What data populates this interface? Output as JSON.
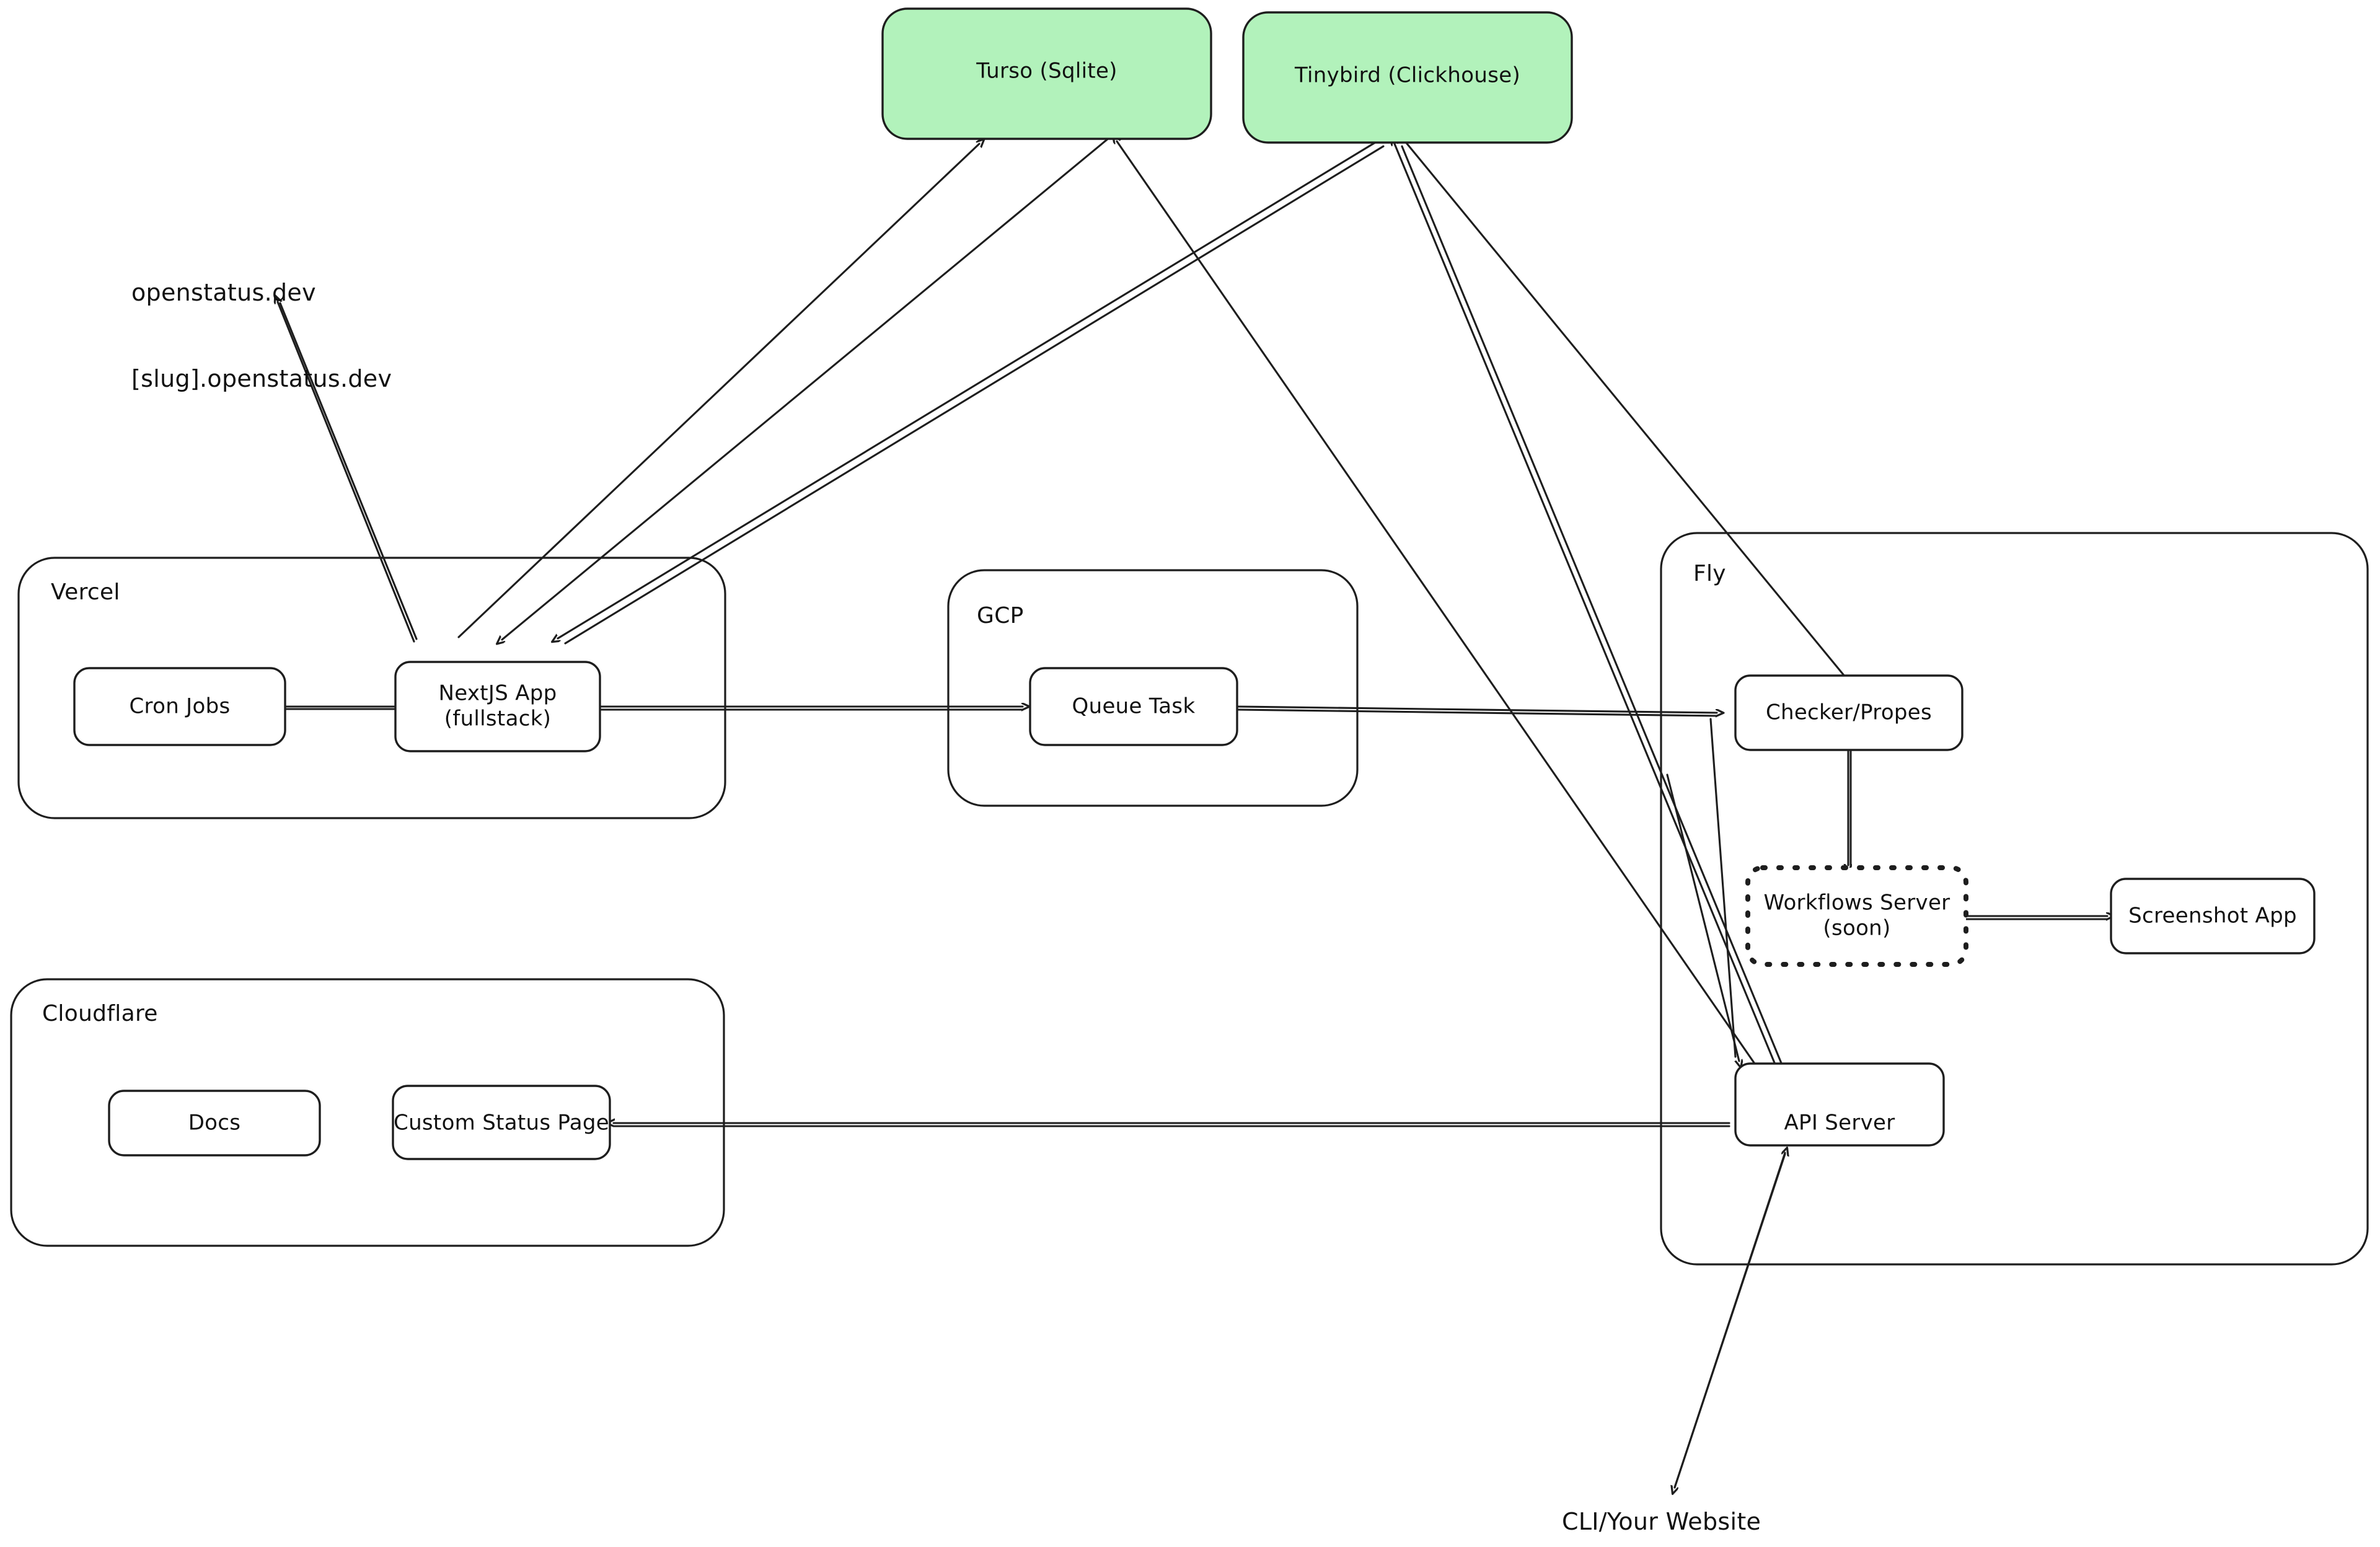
{
  "diagram": {
    "title": "OpenStatus architecture diagram",
    "style": "hand-drawn sketch (excalidraw)",
    "background_color": "#ffffff",
    "stroke_color": "#1e1e1e",
    "accent_green_fill": "#b2f2bb",
    "accent_green_stroke": "#1e1e1e"
  },
  "free_labels": [
    {
      "id": "domains",
      "line1": "openstatus.dev",
      "line2": "[slug].openstatus.dev"
    },
    {
      "id": "client",
      "text": "CLI/Your Website"
    }
  ],
  "datastores": [
    {
      "id": "turso",
      "label": "Turso (Sqlite)",
      "fill": "#b2f2bb"
    },
    {
      "id": "tinybird",
      "label": "Tinybird (Clickhouse)",
      "fill": "#b2f2bb"
    }
  ],
  "groups": [
    {
      "id": "vercel",
      "label": "Vercel",
      "nodes": [
        {
          "id": "cron-jobs",
          "label": "Cron Jobs",
          "border": "solid"
        },
        {
          "id": "nextjs-app",
          "label": "NextJS App\n(fullstack)",
          "border": "solid"
        }
      ]
    },
    {
      "id": "gcp",
      "label": "GCP",
      "nodes": [
        {
          "id": "queue-task",
          "label": "Queue Task",
          "border": "solid"
        }
      ]
    },
    {
      "id": "fly",
      "label": "Fly",
      "nodes": [
        {
          "id": "checker-propes",
          "label": "Checker/Propes",
          "border": "solid"
        },
        {
          "id": "workflows-server",
          "label": "Workflows Server\n(soon)",
          "border": "dotted"
        },
        {
          "id": "api-server",
          "label": "API Server",
          "border": "solid"
        }
      ]
    },
    {
      "id": "cloudflare",
      "label": "Cloudflare",
      "nodes": [
        {
          "id": "docs",
          "label": "Docs",
          "border": "solid"
        },
        {
          "id": "custom-status-page",
          "label": "Custom Status Page",
          "border": "solid"
        }
      ]
    }
  ],
  "standalone_nodes": [
    {
      "id": "screenshot-app",
      "label": "Screenshot App",
      "border": "solid"
    }
  ],
  "edges": [
    {
      "from": "nextjs-app",
      "to": "domains",
      "arrow": "end"
    },
    {
      "from": "nextjs-app",
      "to": "turso",
      "arrow": "end"
    },
    {
      "from": "turso",
      "to": "nextjs-app",
      "arrow": "end"
    },
    {
      "from": "tinybird",
      "to": "nextjs-app",
      "arrow": "end"
    },
    {
      "from": "cron-jobs",
      "to": "nextjs-app",
      "arrow": "end"
    },
    {
      "from": "nextjs-app",
      "to": "queue-task",
      "arrow": "end"
    },
    {
      "from": "queue-task",
      "to": "checker-propes",
      "arrow": "end"
    },
    {
      "from": "checker-propes",
      "to": "workflows-server",
      "arrow": "end"
    },
    {
      "from": "workflows-server",
      "to": "screenshot-app",
      "arrow": "end"
    },
    {
      "from": "checker-propes",
      "to": "tinybird",
      "arrow": "end"
    },
    {
      "from": "api-server",
      "to": "tinybird",
      "arrow": "end"
    },
    {
      "from": "api-server",
      "to": "turso",
      "arrow": "end"
    },
    {
      "from": "api-server",
      "to": "custom-status-page",
      "arrow": "end"
    },
    {
      "from": "api-server",
      "to": "client",
      "arrow": "both"
    },
    {
      "from": "checker-propes",
      "to": "api-server",
      "arrow": "end"
    }
  ]
}
